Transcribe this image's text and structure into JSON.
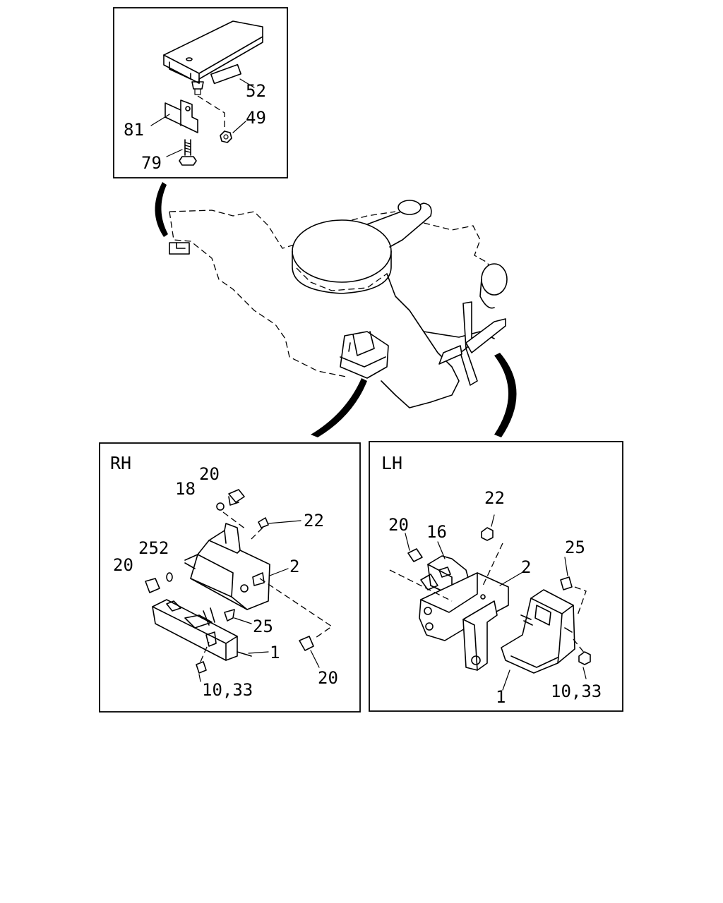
{
  "top_box": {
    "callouts": [
      "52",
      "49",
      "81",
      "79"
    ]
  },
  "rh_box": {
    "title": "RH",
    "callouts": [
      "20",
      "18",
      "22",
      "252",
      "20",
      "2",
      "25",
      "1",
      "10,33",
      "20"
    ]
  },
  "lh_box": {
    "title": "LH",
    "callouts": [
      "22",
      "20",
      "16",
      "25",
      "2",
      "1",
      "10,33"
    ]
  }
}
